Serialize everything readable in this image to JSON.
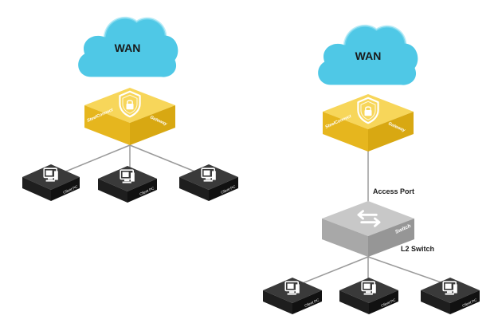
{
  "cloud_label": "WAN",
  "gateway": {
    "left_label": "SteelConnect",
    "right_label": "Gateway"
  },
  "client_label": "Client PC",
  "switch_label": "Switch",
  "captions": {
    "access_port": "Access Port",
    "l2_switch": "L2 Switch"
  },
  "colors": {
    "cloud": "#4fc8e6",
    "gateway": "#f2c326",
    "pc": "#222222",
    "switch": "#b4b4b4",
    "link": "#9a9a9a"
  },
  "icons": {
    "gateway": "shield-lock-icon",
    "pc": "monitor-icon",
    "switch": "swap-arrows-icon"
  }
}
